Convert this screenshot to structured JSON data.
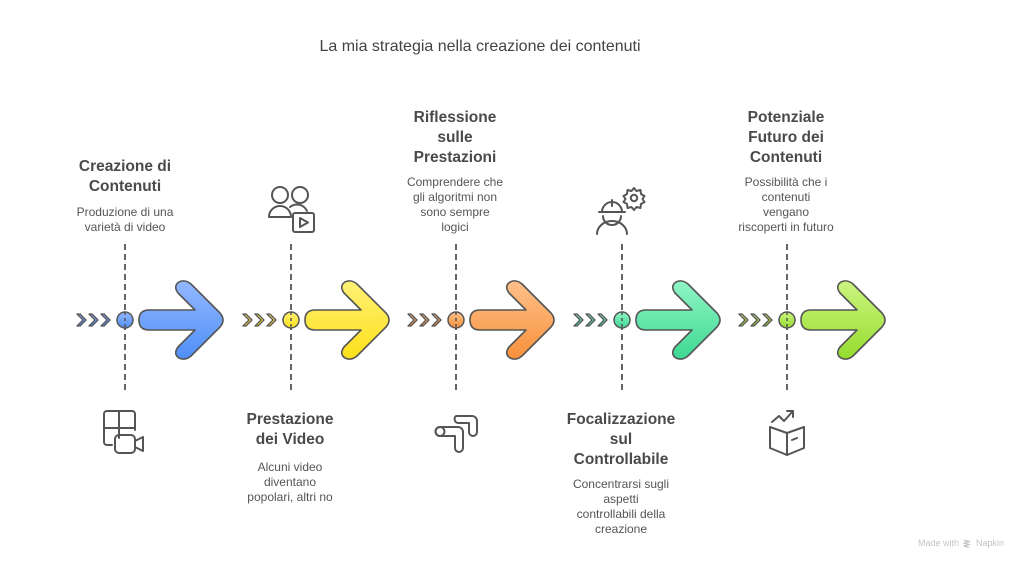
{
  "title": "La mia strategia nella creazione dei contenuti",
  "stages": [
    {
      "title_lines": [
        "Creazione di",
        "Contenuti"
      ],
      "desc_lines": [
        "Produzione di una",
        "varietà di video"
      ],
      "icon": "video-grid-camera-icon",
      "color_top": "#93b8ff",
      "color_bottom": "#4f8ff7"
    },
    {
      "title_lines": [
        "Prestazione",
        "dei Video"
      ],
      "desc_lines": [
        "Alcuni video",
        "diventano",
        "popolari, altri no"
      ],
      "icon": "users-play-icon",
      "color_top": "#fff176",
      "color_bottom": "#fde01a"
    },
    {
      "title_lines": [
        "Riflessione",
        "sulle",
        "Prestazioni"
      ],
      "desc_lines": [
        "Comprendere che",
        "gli algoritmi non",
        "sono sempre",
        "logici"
      ],
      "icon": "winding-path-icon",
      "color_top": "#ffc08a",
      "color_bottom": "#f7913c"
    },
    {
      "title_lines": [
        "Focalizzazione",
        "sul",
        "Controllabile"
      ],
      "desc_lines": [
        "Concentrarsi sugli",
        "aspetti",
        "controllabili della",
        "creazione"
      ],
      "icon": "worker-gear-icon",
      "color_top": "#8ff5c4",
      "color_bottom": "#3ed893"
    },
    {
      "title_lines": [
        "Potenziale",
        "Futuro dei",
        "Contenuti"
      ],
      "desc_lines": [
        "Possibilità che i",
        "contenuti",
        "vengano",
        "riscoperti in futuro"
      ],
      "icon": "book-trend-icon",
      "color_top": "#ccf580",
      "color_bottom": "#96dc2e"
    }
  ],
  "footer": {
    "made_with": "Made with",
    "brand": "Napkin"
  }
}
